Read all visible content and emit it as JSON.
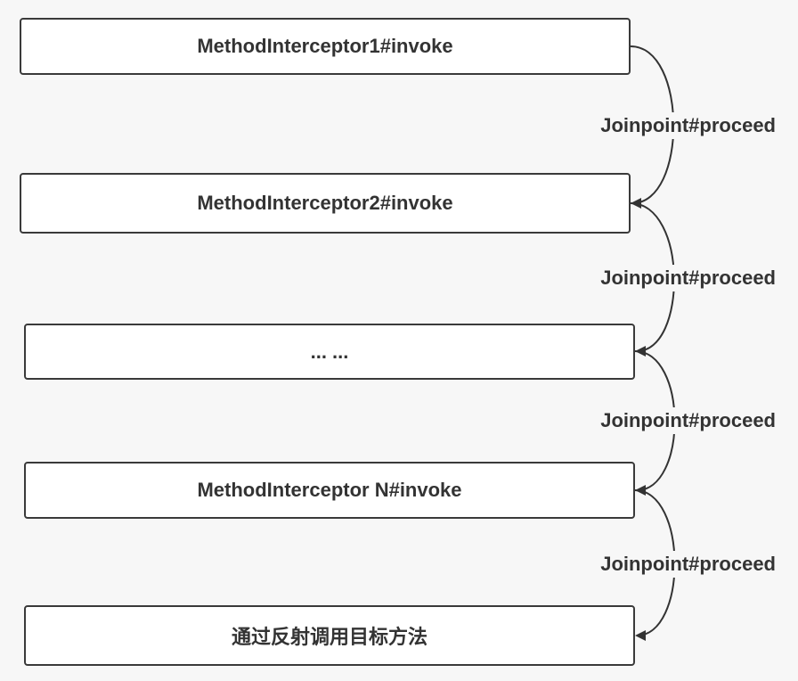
{
  "diagram": {
    "nodes": [
      {
        "id": "interceptor-1",
        "label": "MethodInterceptor1#invoke"
      },
      {
        "id": "interceptor-2",
        "label": "MethodInterceptor2#invoke"
      },
      {
        "id": "ellipsis",
        "label": "... ..."
      },
      {
        "id": "interceptor-n",
        "label": "MethodInterceptor N#invoke"
      },
      {
        "id": "target",
        "label": "通过反射调用目标方法"
      }
    ],
    "edges": [
      {
        "from": "interceptor-1",
        "to": "interceptor-2",
        "label": "Joinpoint#proceed"
      },
      {
        "from": "interceptor-2",
        "to": "ellipsis",
        "label": "Joinpoint#proceed"
      },
      {
        "from": "ellipsis",
        "to": "interceptor-n",
        "label": "Joinpoint#proceed"
      },
      {
        "from": "interceptor-n",
        "to": "target",
        "label": "Joinpoint#proceed"
      }
    ],
    "colors": {
      "line": "#333333",
      "text": "#333333",
      "box_fill": "#ffffff",
      "background": "#f7f7f7"
    }
  }
}
